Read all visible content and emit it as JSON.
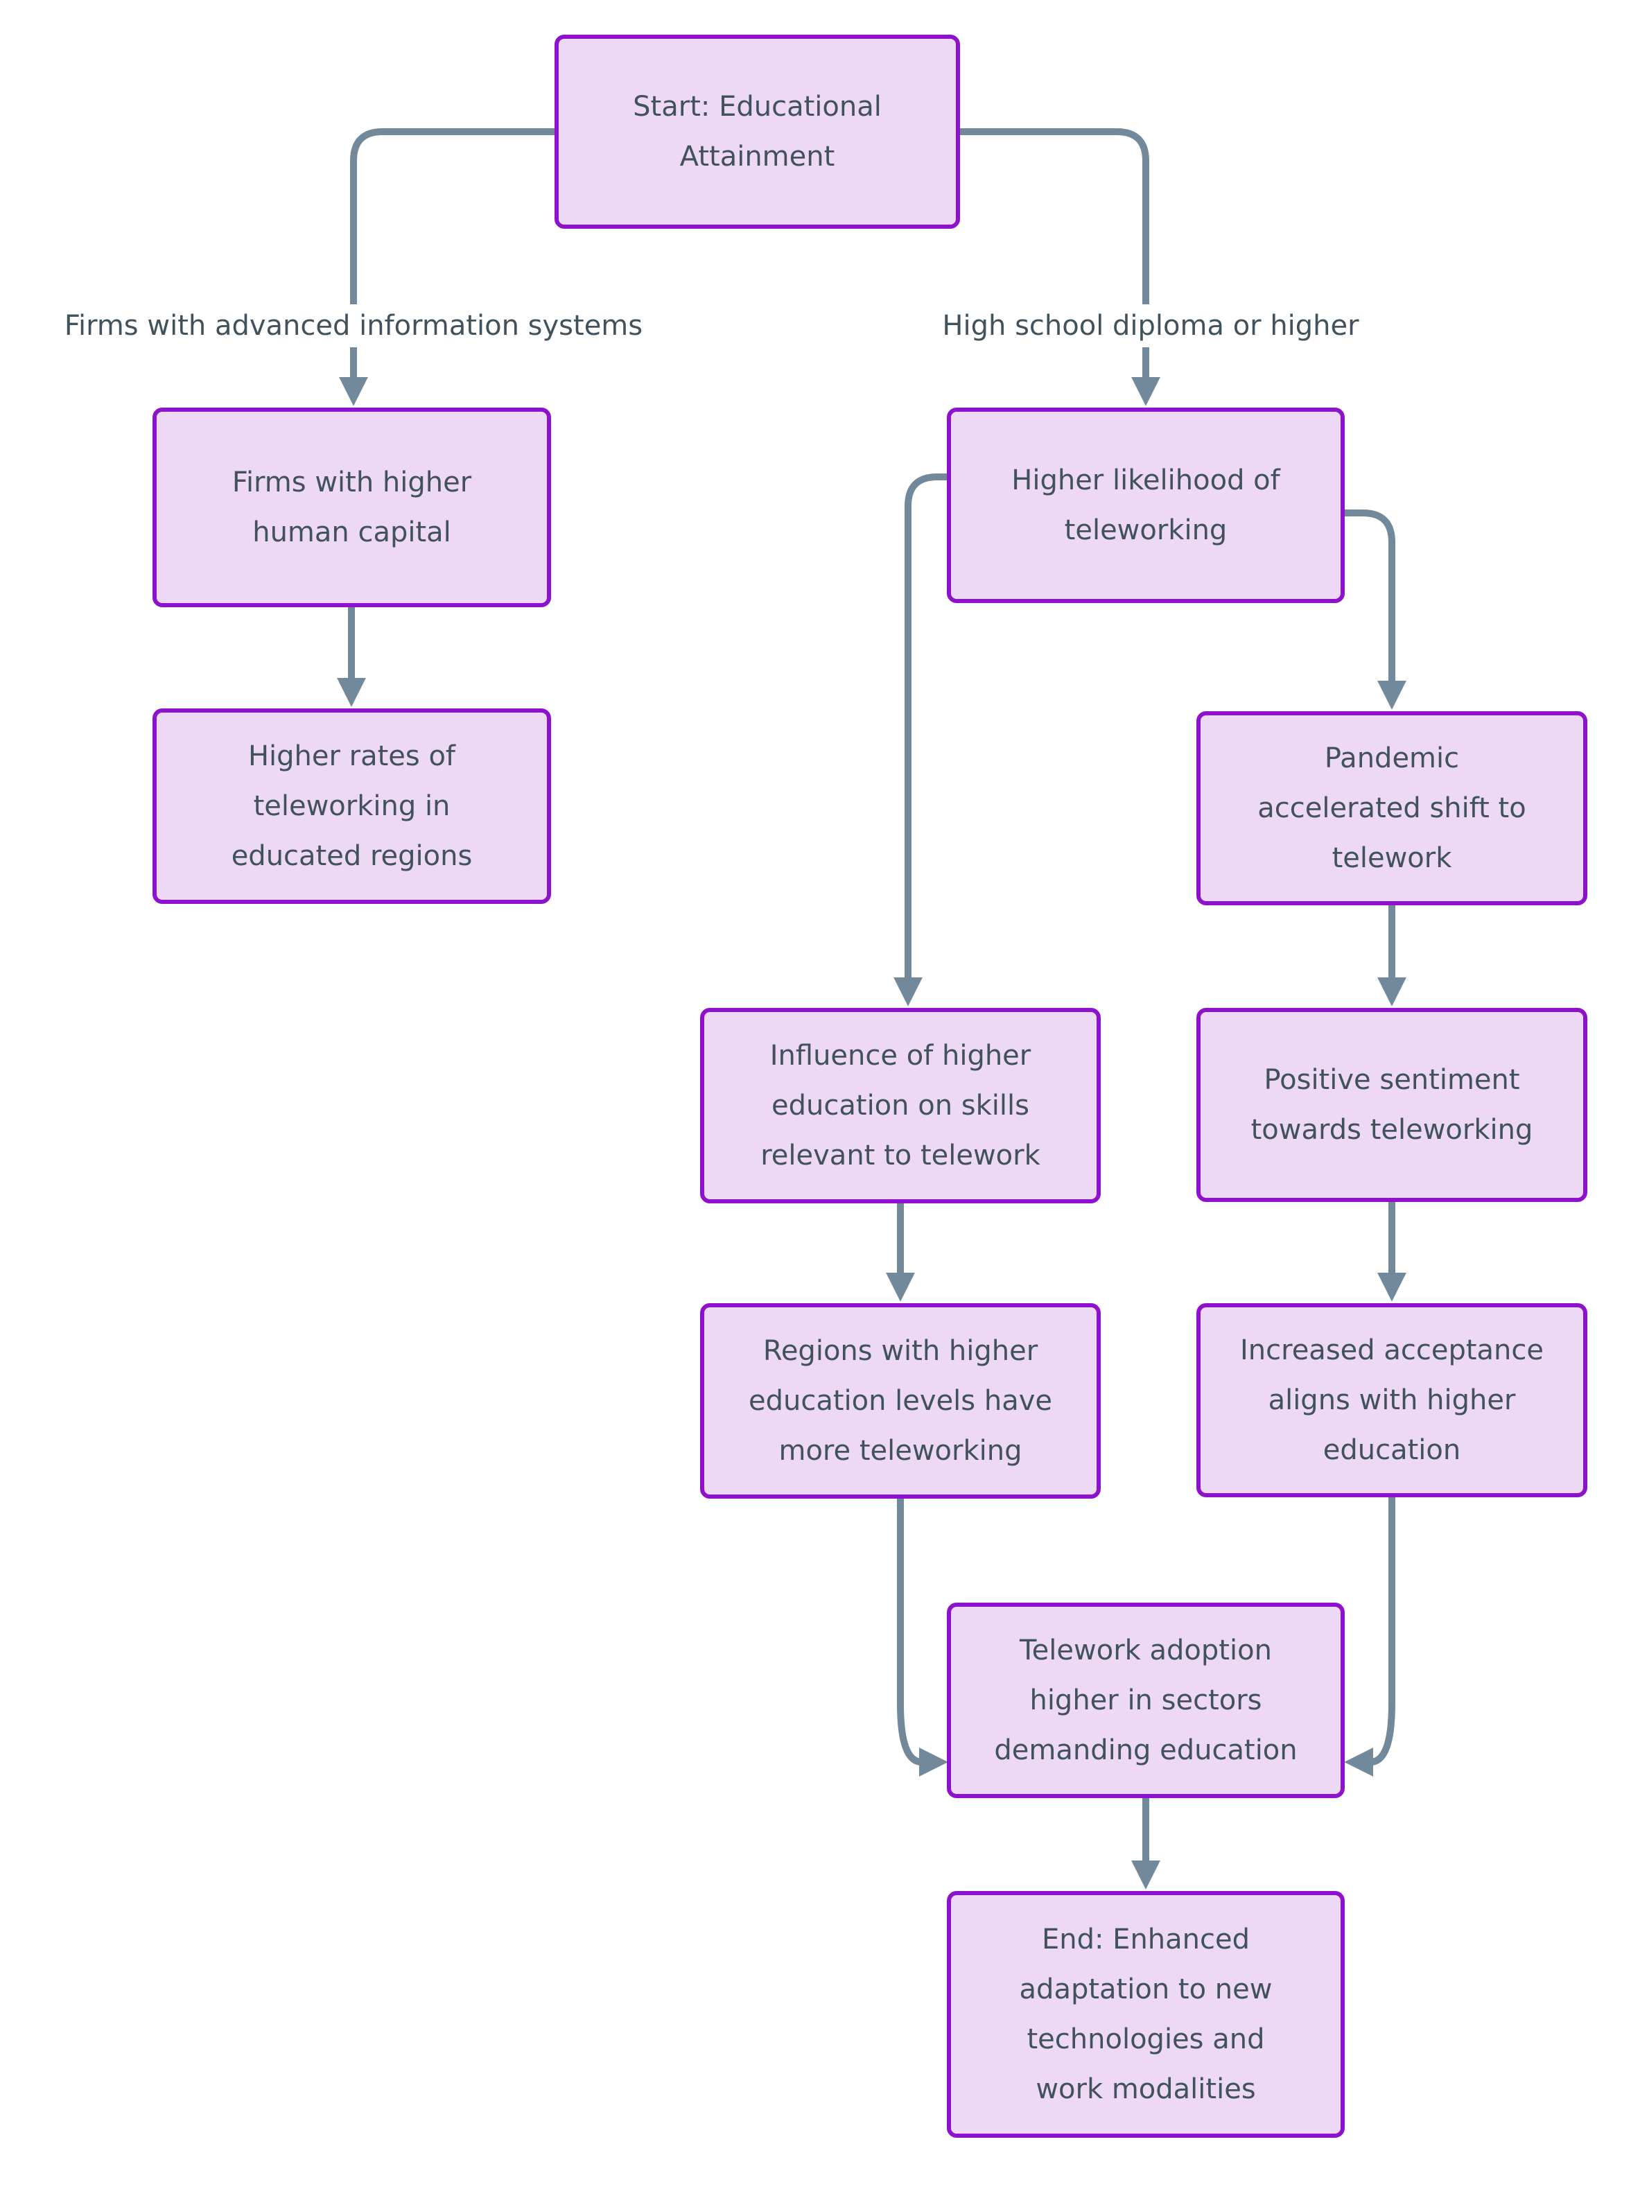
{
  "diagram": {
    "type": "flowchart",
    "direction": "top-down",
    "colors": {
      "node_fill": "#EDD9F6",
      "node_border": "#8E12CC",
      "edge": "#71899B",
      "text": "#42525C",
      "background": "#FFFFFF"
    },
    "nodes": {
      "start": {
        "label": "Start: Educational\nAttainment"
      },
      "firms_higher_capital": {
        "label": "Firms with higher\nhuman capital"
      },
      "higher_rates": {
        "label": "Higher rates of\nteleworking in\neducated regions"
      },
      "higher_likelihood": {
        "label": "Higher likelihood of\nteleworking"
      },
      "pandemic": {
        "label": "Pandemic\naccelerated shift to\ntelework"
      },
      "influence": {
        "label": "Influence of higher\neducation on skills\nrelevant to telework"
      },
      "positive_sentiment": {
        "label": "Positive sentiment\ntowards teleworking"
      },
      "regions": {
        "label": "Regions with higher\neducation levels have\nmore teleworking"
      },
      "increased_acceptance": {
        "label": "Increased acceptance\naligns with higher\neducation"
      },
      "telework_adoption": {
        "label": "Telework adoption\nhigher in sectors\ndemanding education"
      },
      "end": {
        "label": "End: Enhanced\nadaptation to new\ntechnologies and\nwork modalities"
      }
    },
    "edges": [
      {
        "from": "start",
        "to": "firms_higher_capital",
        "label": "Firms with advanced information systems"
      },
      {
        "from": "start",
        "to": "higher_likelihood",
        "label": "High school diploma or higher"
      },
      {
        "from": "firms_higher_capital",
        "to": "higher_rates",
        "label": ""
      },
      {
        "from": "higher_likelihood",
        "to": "influence",
        "label": ""
      },
      {
        "from": "higher_likelihood",
        "to": "pandemic",
        "label": ""
      },
      {
        "from": "pandemic",
        "to": "positive_sentiment",
        "label": ""
      },
      {
        "from": "influence",
        "to": "regions",
        "label": ""
      },
      {
        "from": "positive_sentiment",
        "to": "increased_acceptance",
        "label": ""
      },
      {
        "from": "regions",
        "to": "telework_adoption",
        "label": ""
      },
      {
        "from": "increased_acceptance",
        "to": "telework_adoption",
        "label": ""
      },
      {
        "from": "telework_adoption",
        "to": "end",
        "label": ""
      }
    ]
  }
}
